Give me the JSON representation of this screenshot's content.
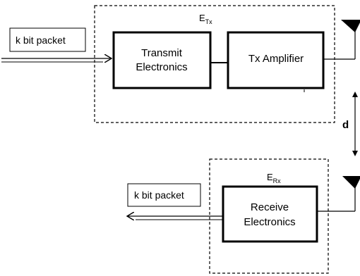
{
  "diagram": {
    "tx_group": {
      "energy_symbol": "E",
      "energy_subscript": "Tx",
      "input_label": "k bit packet",
      "transmit_block": [
        "Transmit",
        "Electronics"
      ],
      "amplifier_block": "Tx Amplifier"
    },
    "distance_label": "d",
    "rx_group": {
      "energy_symbol": "E",
      "energy_subscript": "Rx",
      "output_label": "k bit packet",
      "receive_block": [
        "Receive",
        "Electronics"
      ]
    }
  }
}
